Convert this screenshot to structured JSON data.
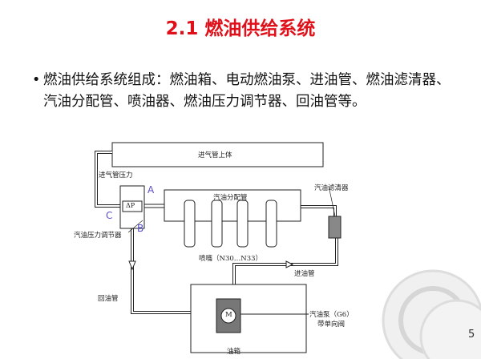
{
  "title": "2.1 燃油供给系统",
  "bullet": "燃油供给系统组成：燃油箱、电动燃油泵、进油管、燃油滤清器、汽油分配管、喷油器、燃油压力调节器、回油管等。",
  "bullet_marker": "•",
  "diagram": {
    "intake_manifold": "进气管上体",
    "intake_pressure": "进气管压力",
    "fuel_rail": "汽油分配管",
    "fuel_filter": "汽油滤清器",
    "regulator": "汽油压力调节器",
    "regulator_symbol": "ΔP",
    "injectors": "喷嘴（N30…N33）",
    "supply_line": "进油管",
    "return_line": "回油管",
    "pump_line1": "汽油泵（G6）",
    "pump_line2": "带单向阀",
    "motor": "M",
    "tank": "油箱",
    "point_a": "A",
    "point_b": "B",
    "point_c": "C"
  },
  "page_number": "5"
}
